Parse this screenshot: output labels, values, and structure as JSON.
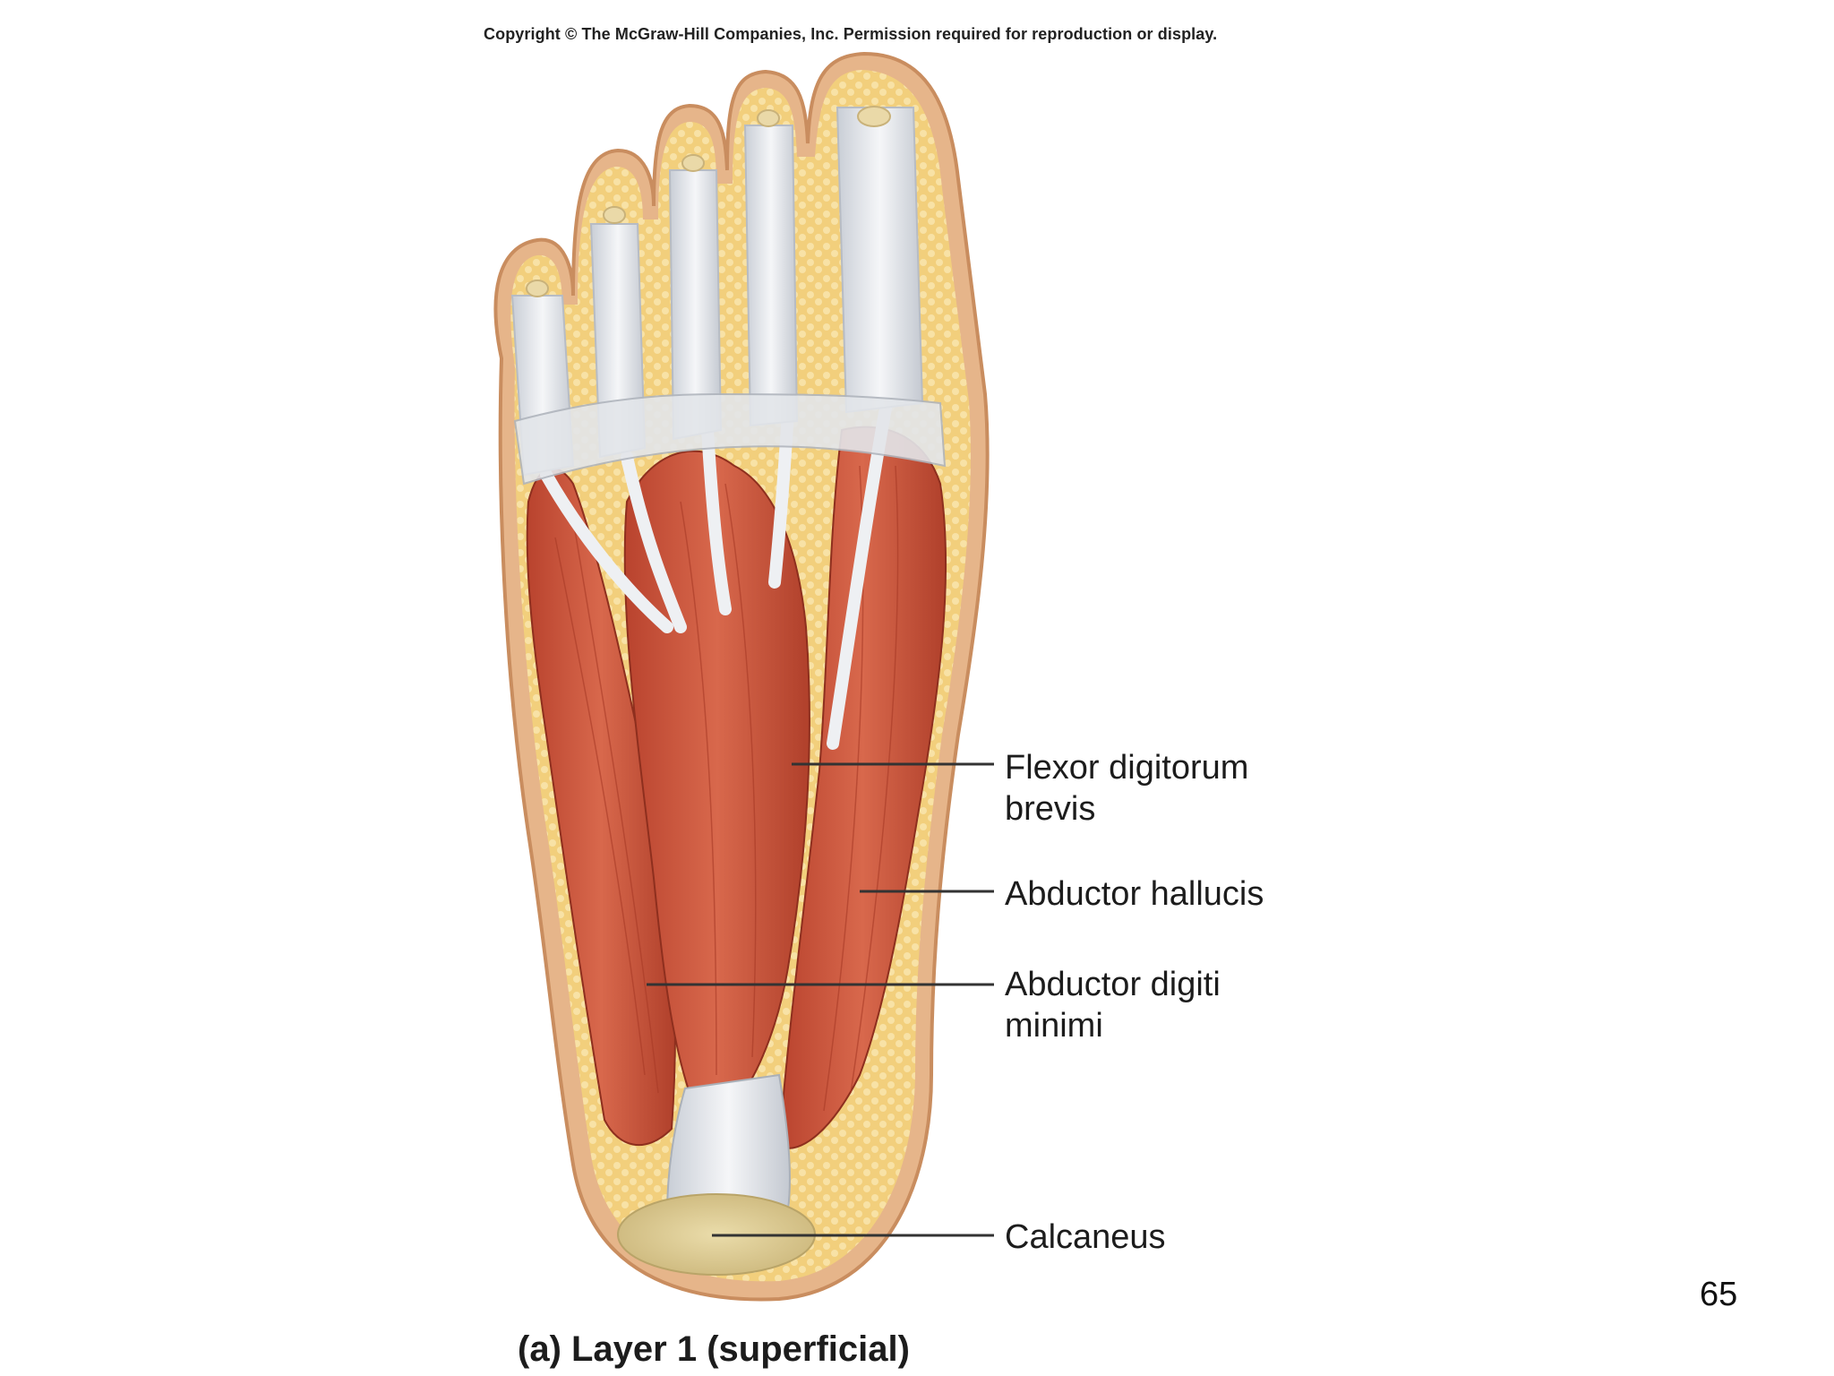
{
  "copyright": "Copyright © The McGraw-Hill Companies, Inc. Permission required for reproduction or display.",
  "labels": {
    "flexor_line1": "Flexor digitorum",
    "flexor_line2": "brevis",
    "abductor_hallucis": "Abductor hallucis",
    "abductor_digiti_line1": "Abductor digiti",
    "abductor_digiti_line2": "minimi",
    "calcaneus": "Calcaneus"
  },
  "caption": "(a) Layer 1 (superficial)",
  "page_number": "65",
  "colors": {
    "skin": "#e8b98a",
    "fat": "#f3d27f",
    "muscle": "#c9543a",
    "muscle_dark": "#a83a26",
    "tendon": "#e9ecef",
    "bone": "#d9cc9a",
    "leader_line": "#333333"
  }
}
